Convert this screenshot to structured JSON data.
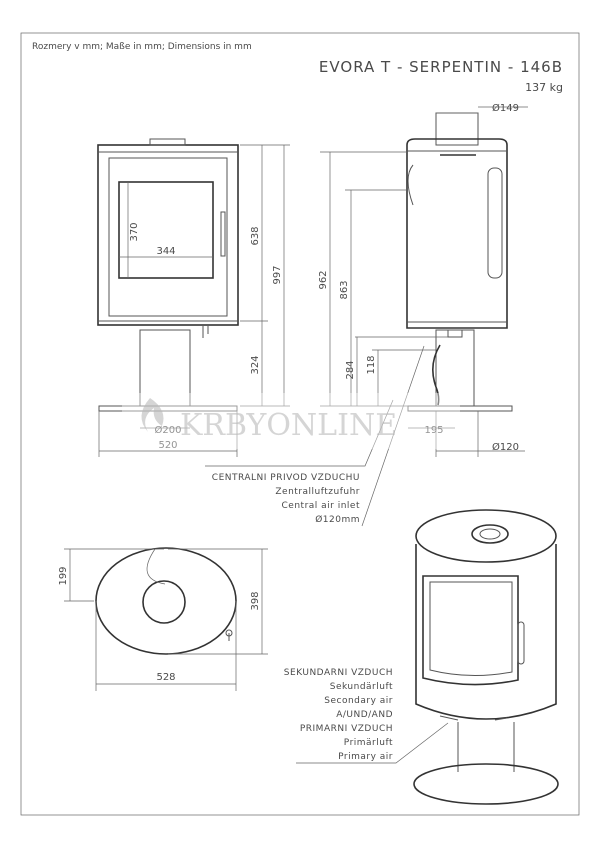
{
  "header": {
    "dimensions_note": "Rozmery v mm; Maße in mm; Dimensions in mm",
    "title": "EVORA T - SERPENTIN - 146B",
    "weight": "137 kg"
  },
  "dimensions": {
    "flue_diameter": "Ø149",
    "door_glass_height": "370",
    "door_glass_width": "344",
    "body_height": "638",
    "total_height": "997",
    "rear_height_1": "962",
    "rear_height_2": "863",
    "pedestal_height": "324",
    "air_inlet_height": "284",
    "air_inlet_height_2": "118",
    "base_diameter_front": "Ø200",
    "front_width": "520",
    "side_depth": "195",
    "side_diameter": "Ø120",
    "top_offset": "199",
    "top_depth": "398",
    "top_width": "528"
  },
  "labels": {
    "central_air": [
      "CENTRALNI PRIVOD VZDUCHU",
      "Zentralluftzufuhr",
      "Central air inlet",
      "Ø120mm"
    ],
    "secondary_air": [
      "SEKUNDARNI VZDUCH",
      "Sekundärluft",
      "Secondary air",
      "A/UND/AND"
    ],
    "primary_air": [
      "PRIMARNI VZDUCH",
      "Primärluft",
      "Primary air"
    ]
  },
  "watermark": "KRBYONLINE",
  "colors": {
    "line": "#333333",
    "watermark": "#c8c8c8"
  }
}
